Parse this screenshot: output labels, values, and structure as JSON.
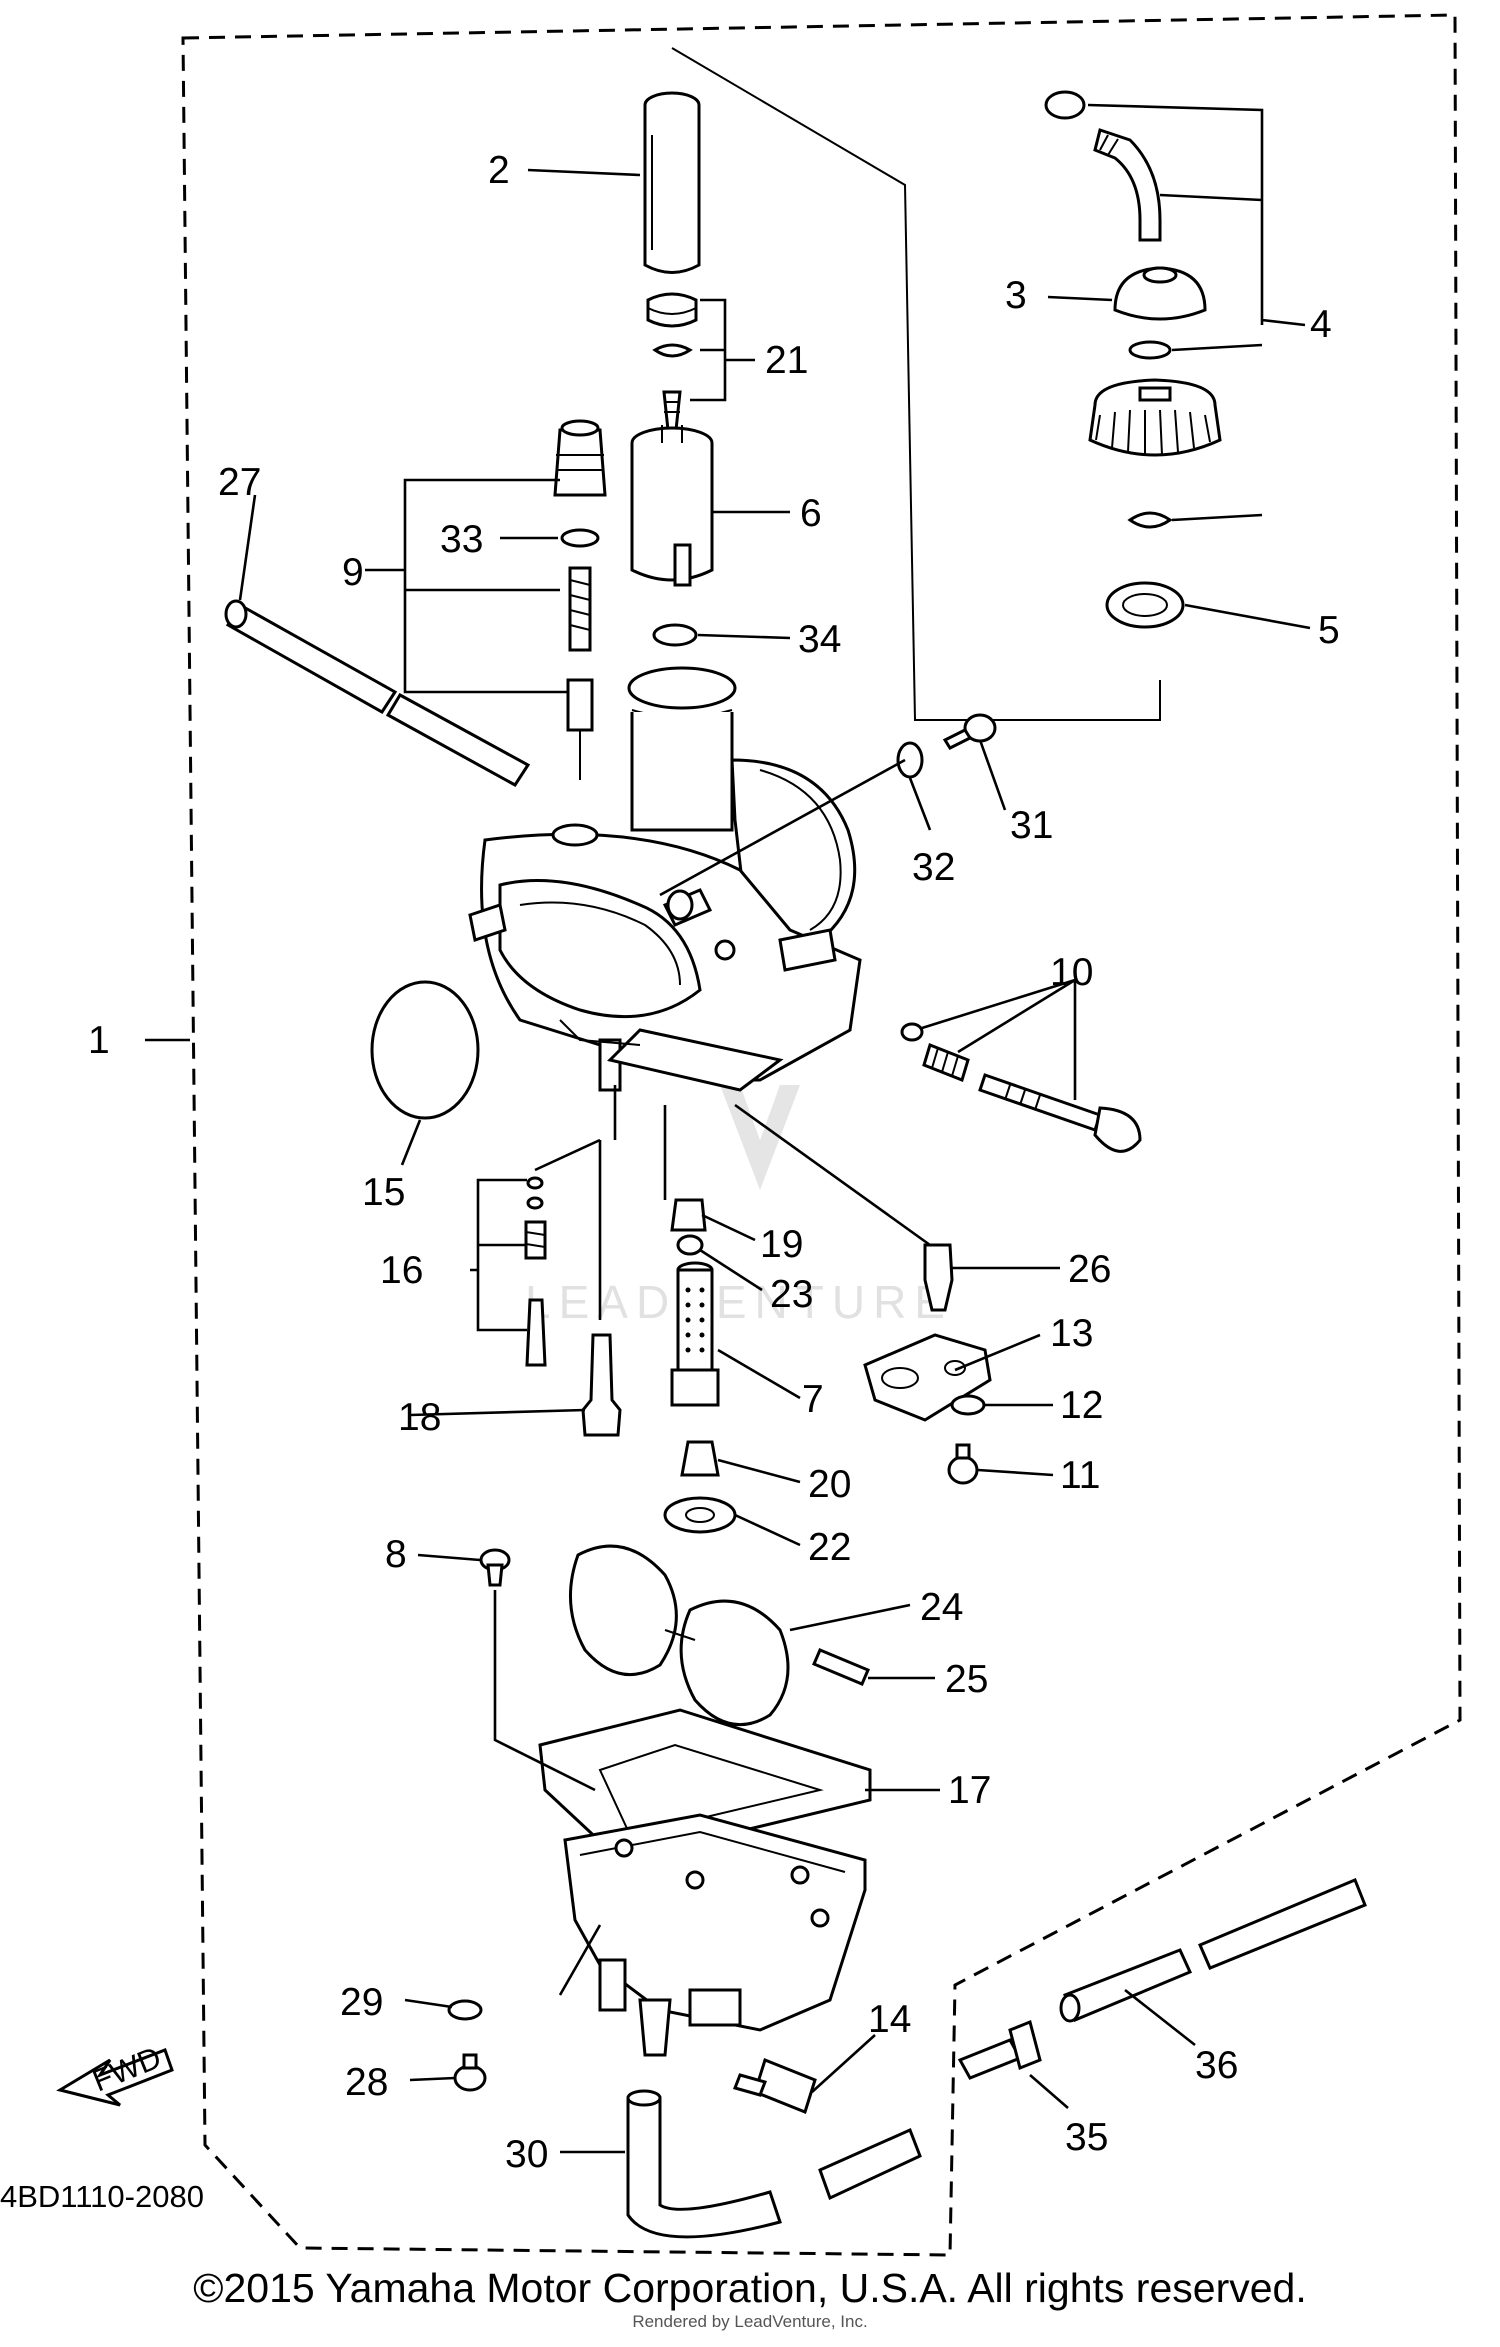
{
  "diagram_code": "4BD1110-2080",
  "copyright": "©2015 Yamaha Motor Corporation, U.S.A. All rights reserved.",
  "render_note": "Rendered by LeadVenture, Inc.",
  "watermark": "LEADVENTURE",
  "fwd_label": "FWD",
  "labels": {
    "p1": "1",
    "p2": "2",
    "p3": "3",
    "p4": "4",
    "p5": "5",
    "p6": "6",
    "p7": "7",
    "p8": "8",
    "p9": "9",
    "p10": "10",
    "p11": "11",
    "p12": "12",
    "p13": "13",
    "p14": "14",
    "p15": "15",
    "p16": "16",
    "p17": "17",
    "p18": "18",
    "p19": "19",
    "p20": "20",
    "p21": "21",
    "p22": "22",
    "p23": "23",
    "p24": "24",
    "p25": "25",
    "p26": "26",
    "p27": "27",
    "p28": "28",
    "p29": "29",
    "p30": "30",
    "p31": "31",
    "p32": "32",
    "p33": "33",
    "p34": "34",
    "p35": "35",
    "p36": "36"
  }
}
